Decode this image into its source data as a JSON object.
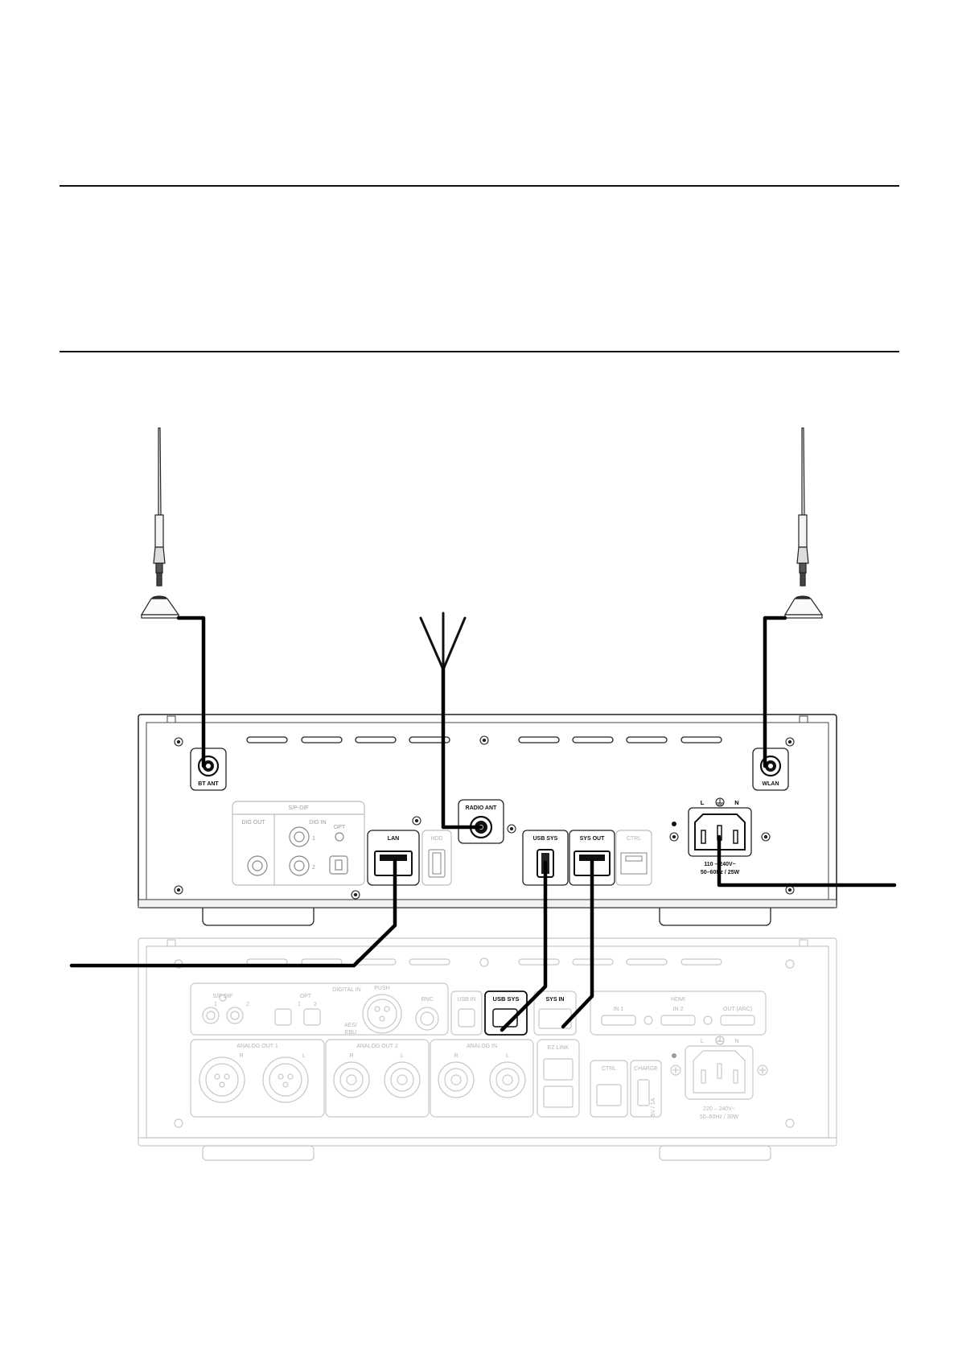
{
  "upper_unit": {
    "labels": {
      "bt_ant": "BT ANT",
      "wlan": "WLAN",
      "radio_ant": "RADIO ANT",
      "sp_dif": "S/P-DIF",
      "dig_out": "DIG OUT",
      "dig_in": "DIG IN",
      "opt": "OPT",
      "one": "1",
      "two": "2",
      "lan": "LAN",
      "hdd": "HDD",
      "usb_sys": "USB SYS",
      "sys_out": "SYS OUT",
      "ctrl": "CTRL",
      "l": "L",
      "n": "N",
      "power_rating_1": "110 – 240V~",
      "power_rating_2": "50–60Hz / 25W"
    }
  },
  "lower_unit": {
    "labels": {
      "digital_in": "DIGITAL IN",
      "push": "PUSH",
      "sp_dif": "S/P-DIF",
      "opt": "OPT",
      "bnc": "BNC",
      "aes_ebu_1": "AES/",
      "aes_ebu_2": "EBU",
      "usb_in": "USB IN",
      "usb_sys": "USB SYS",
      "sys_in": "SYS IN",
      "hdmi": "HDMI",
      "in1": "IN 1",
      "in2": "IN 2",
      "out_arc": "OUT (ARC)",
      "analog_out_1": "ANALOG OUT 1",
      "analog_out_2": "ANALOG OUT 2",
      "analog_in": "ANALOG IN",
      "r": "R",
      "l": "L",
      "n": "N",
      "one": "1",
      "two": "2",
      "ez_link": "EZ LINK",
      "ctrl": "CTRL",
      "charge": "CHARGE",
      "charge_rating": "5V / 1A",
      "power_rating_1": "220 – 240V~",
      "power_rating_2": "50–60Hz / 30W"
    }
  }
}
